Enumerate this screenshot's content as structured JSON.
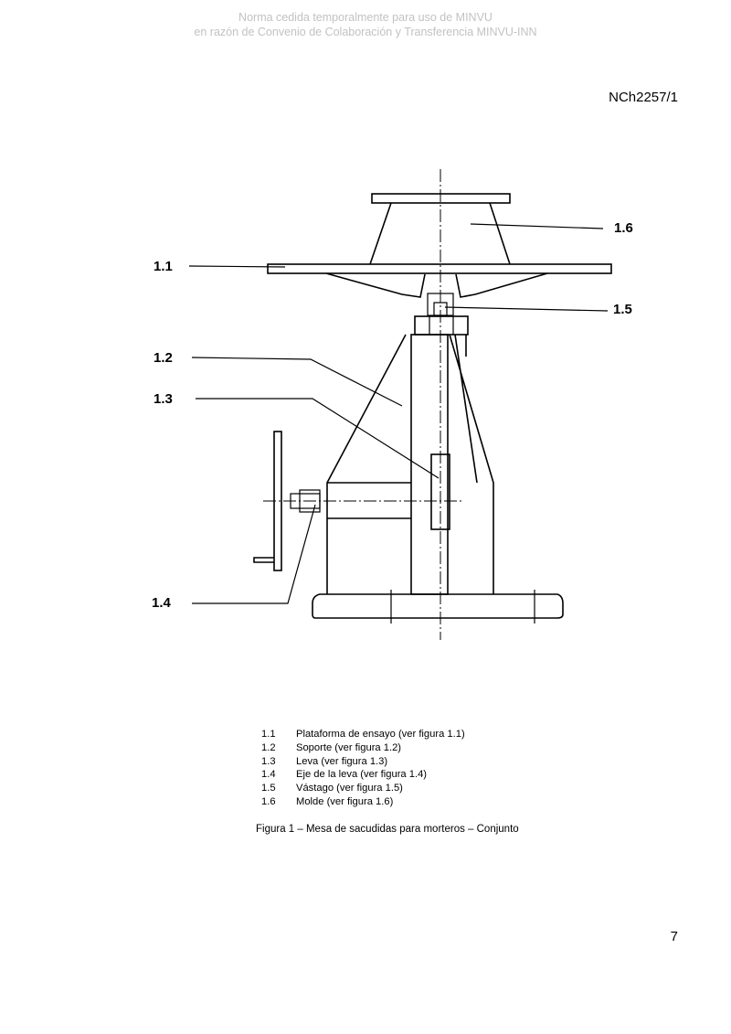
{
  "watermark": {
    "line1": "Norma cedida temporalmente para uso de MINVU",
    "line2": "en razón de Convenio de Colaboración y Transferencia MINVU-INN"
  },
  "header": {
    "doc_code": "NCh2257/1"
  },
  "figure": {
    "callouts": {
      "c11": "1.1",
      "c12": "1.2",
      "c13": "1.3",
      "c14": "1.4",
      "c15": "1.5",
      "c16": "1.6"
    }
  },
  "legend": [
    {
      "num": "1.1",
      "text": "Plataforma de ensayo (ver figura 1.1)"
    },
    {
      "num": "1.2",
      "text": "Soporte (ver figura 1.2)"
    },
    {
      "num": "1.3",
      "text": "Leva (ver figura 1.3)"
    },
    {
      "num": "1.4",
      "text": "Eje de la leva (ver figura 1.4)"
    },
    {
      "num": "1.5",
      "text": "Vástago (ver figura 1.5)"
    },
    {
      "num": "1.6",
      "text": "Molde (ver figura 1.6)"
    }
  ],
  "caption": "Figura  1 – Mesa  de sacudidas para morteros – Conjunto",
  "footer": {
    "page_number": "7"
  }
}
